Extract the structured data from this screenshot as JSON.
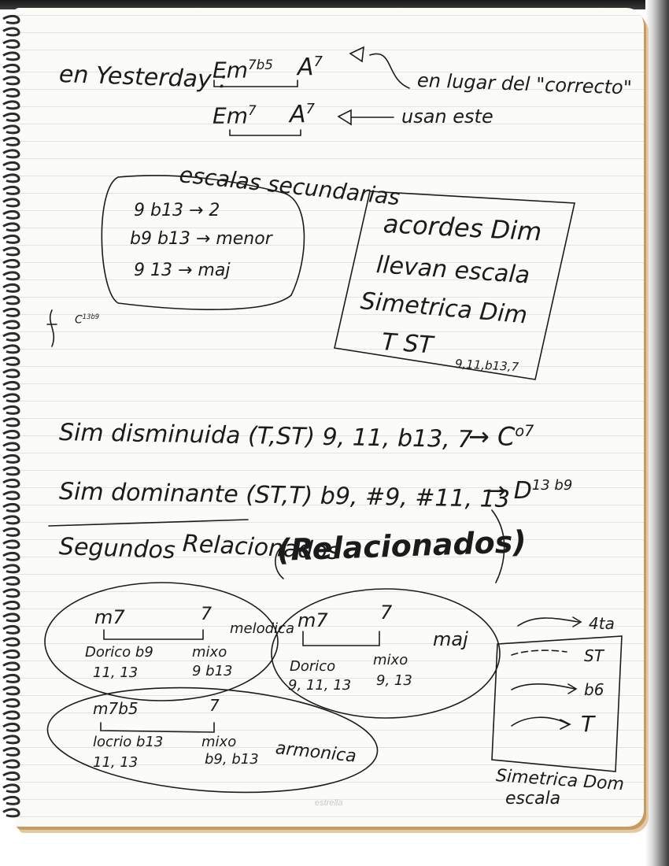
{
  "header": {
    "prefix": "en Yesterday :",
    "chord1_root": "Em",
    "chord1_ext": "7b5",
    "chord2_root": "A",
    "chord2_ext": "7",
    "note1": "en lugar del \"correcto\"",
    "chord3_root": "Em",
    "chord3_ext": "7",
    "chord4_root": "A",
    "chord4_ext": "7",
    "note2": "usan este"
  },
  "scales_box": {
    "title": "escalas secundarias",
    "rows": [
      "9 b13 → 2",
      "b9 b13 → menor",
      "9 13 → maj"
    ]
  },
  "dim_box": {
    "lines": [
      "acordes Dim",
      "llevan escala",
      "Simetrica Dim",
      "T ST"
    ],
    "small": "9,11,b13,7"
  },
  "staff_note": {
    "chord": "C",
    "ext": "13b9"
  },
  "sim_lines": [
    {
      "text": "Sim disminuida (T,ST) 9, 11, b13, 7",
      "result_root": "C",
      "result_ext": "o7"
    },
    {
      "text": "Sim dominante (ST,T) b9, #9, #11, 13",
      "result_root": "D",
      "result_ext": "13 b9"
    }
  ],
  "section_title": {
    "part1": "Segundos",
    "part2": "Relacionados",
    "paren": "(Relacionados)"
  },
  "ellipse_melodica": {
    "left_chord": "m7",
    "right_chord": "7",
    "label": "melodica",
    "left_scale": "Dorico b9",
    "left_tensions": "11, 13",
    "right_scale": "mixo",
    "right_tensions": "9 b13"
  },
  "ellipse_maj": {
    "left_chord": "m7",
    "right_chord": "7",
    "label": "maj",
    "left_scale": "Dorico",
    "left_tensions": "9, 11, 13",
    "right_scale": "mixo",
    "right_tensions": "9, 13"
  },
  "ellipse_armonica": {
    "left_chord": "m7b5",
    "right_chord": "7",
    "label": "armonica",
    "left_scale": "locrio b13",
    "left_tensions": "11, 13",
    "right_scale": "mixo",
    "right_tensions": "b9, b13"
  },
  "interval_box": {
    "rows": [
      "4ta",
      "ST",
      "b6",
      "T"
    ],
    "caption_line1": "Simetrica Dom",
    "caption_line2": "escala"
  },
  "brand": "estrella"
}
